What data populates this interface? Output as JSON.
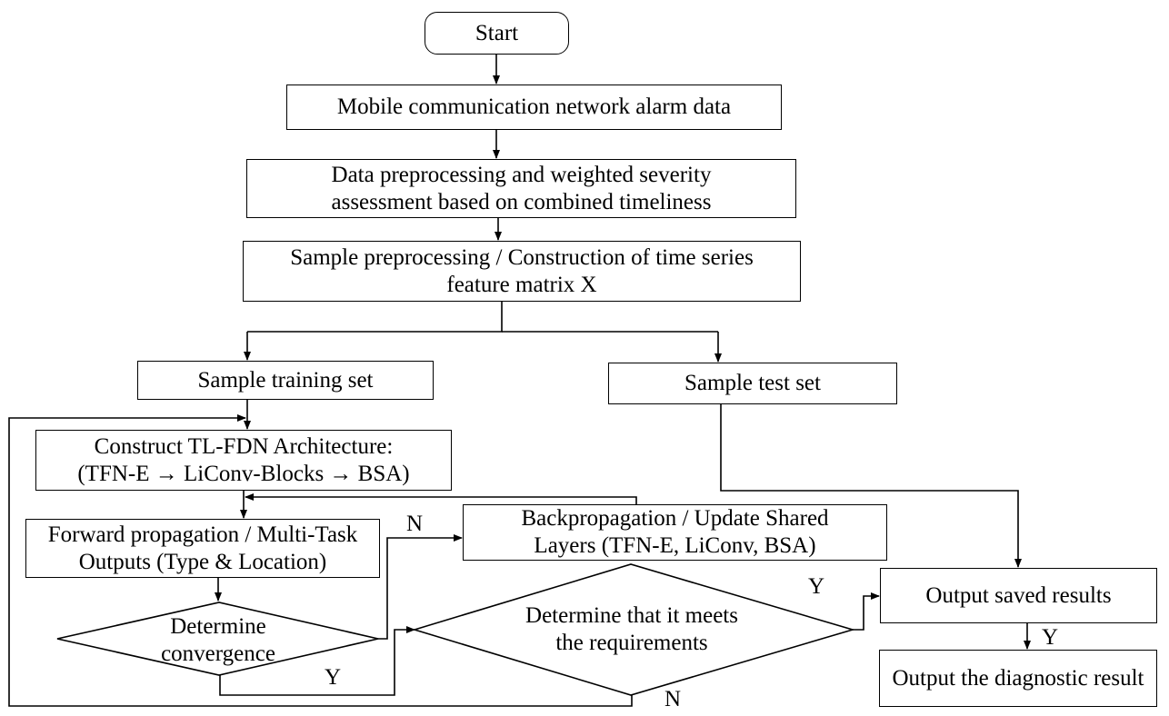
{
  "nodes": {
    "start": "Start",
    "alarm_data": "Mobile communication network alarm data",
    "preprocess": "Data preprocessing and weighted severity assessment based on combined timeliness",
    "sample_preprocess": "Sample preprocessing / Construction of time series feature matrix X",
    "training_set": "Sample training set",
    "test_set": "Sample test set",
    "construct_arch_line1": "Construct TL-FDN Architecture:",
    "construct_arch_line2": "(TFN-E → LiConv-Blocks → BSA)",
    "forward_prop": "Forward propagation / Multi-Task Outputs (Type & Location)",
    "backprop": "Backpropagation / Update Shared Layers (TFN-E, LiConv, BSA)",
    "determine_convergence": "Determine convergence",
    "determine_requirements": "Determine that it meets the requirements",
    "output_saved": "Output saved results",
    "output_diagnostic": "Output the diagnostic result"
  },
  "edge_labels": {
    "convergence_no": "N",
    "convergence_yes": "Y",
    "requirements_yes": "Y",
    "requirements_no": "N",
    "saved_to_diagnostic": "Y"
  }
}
